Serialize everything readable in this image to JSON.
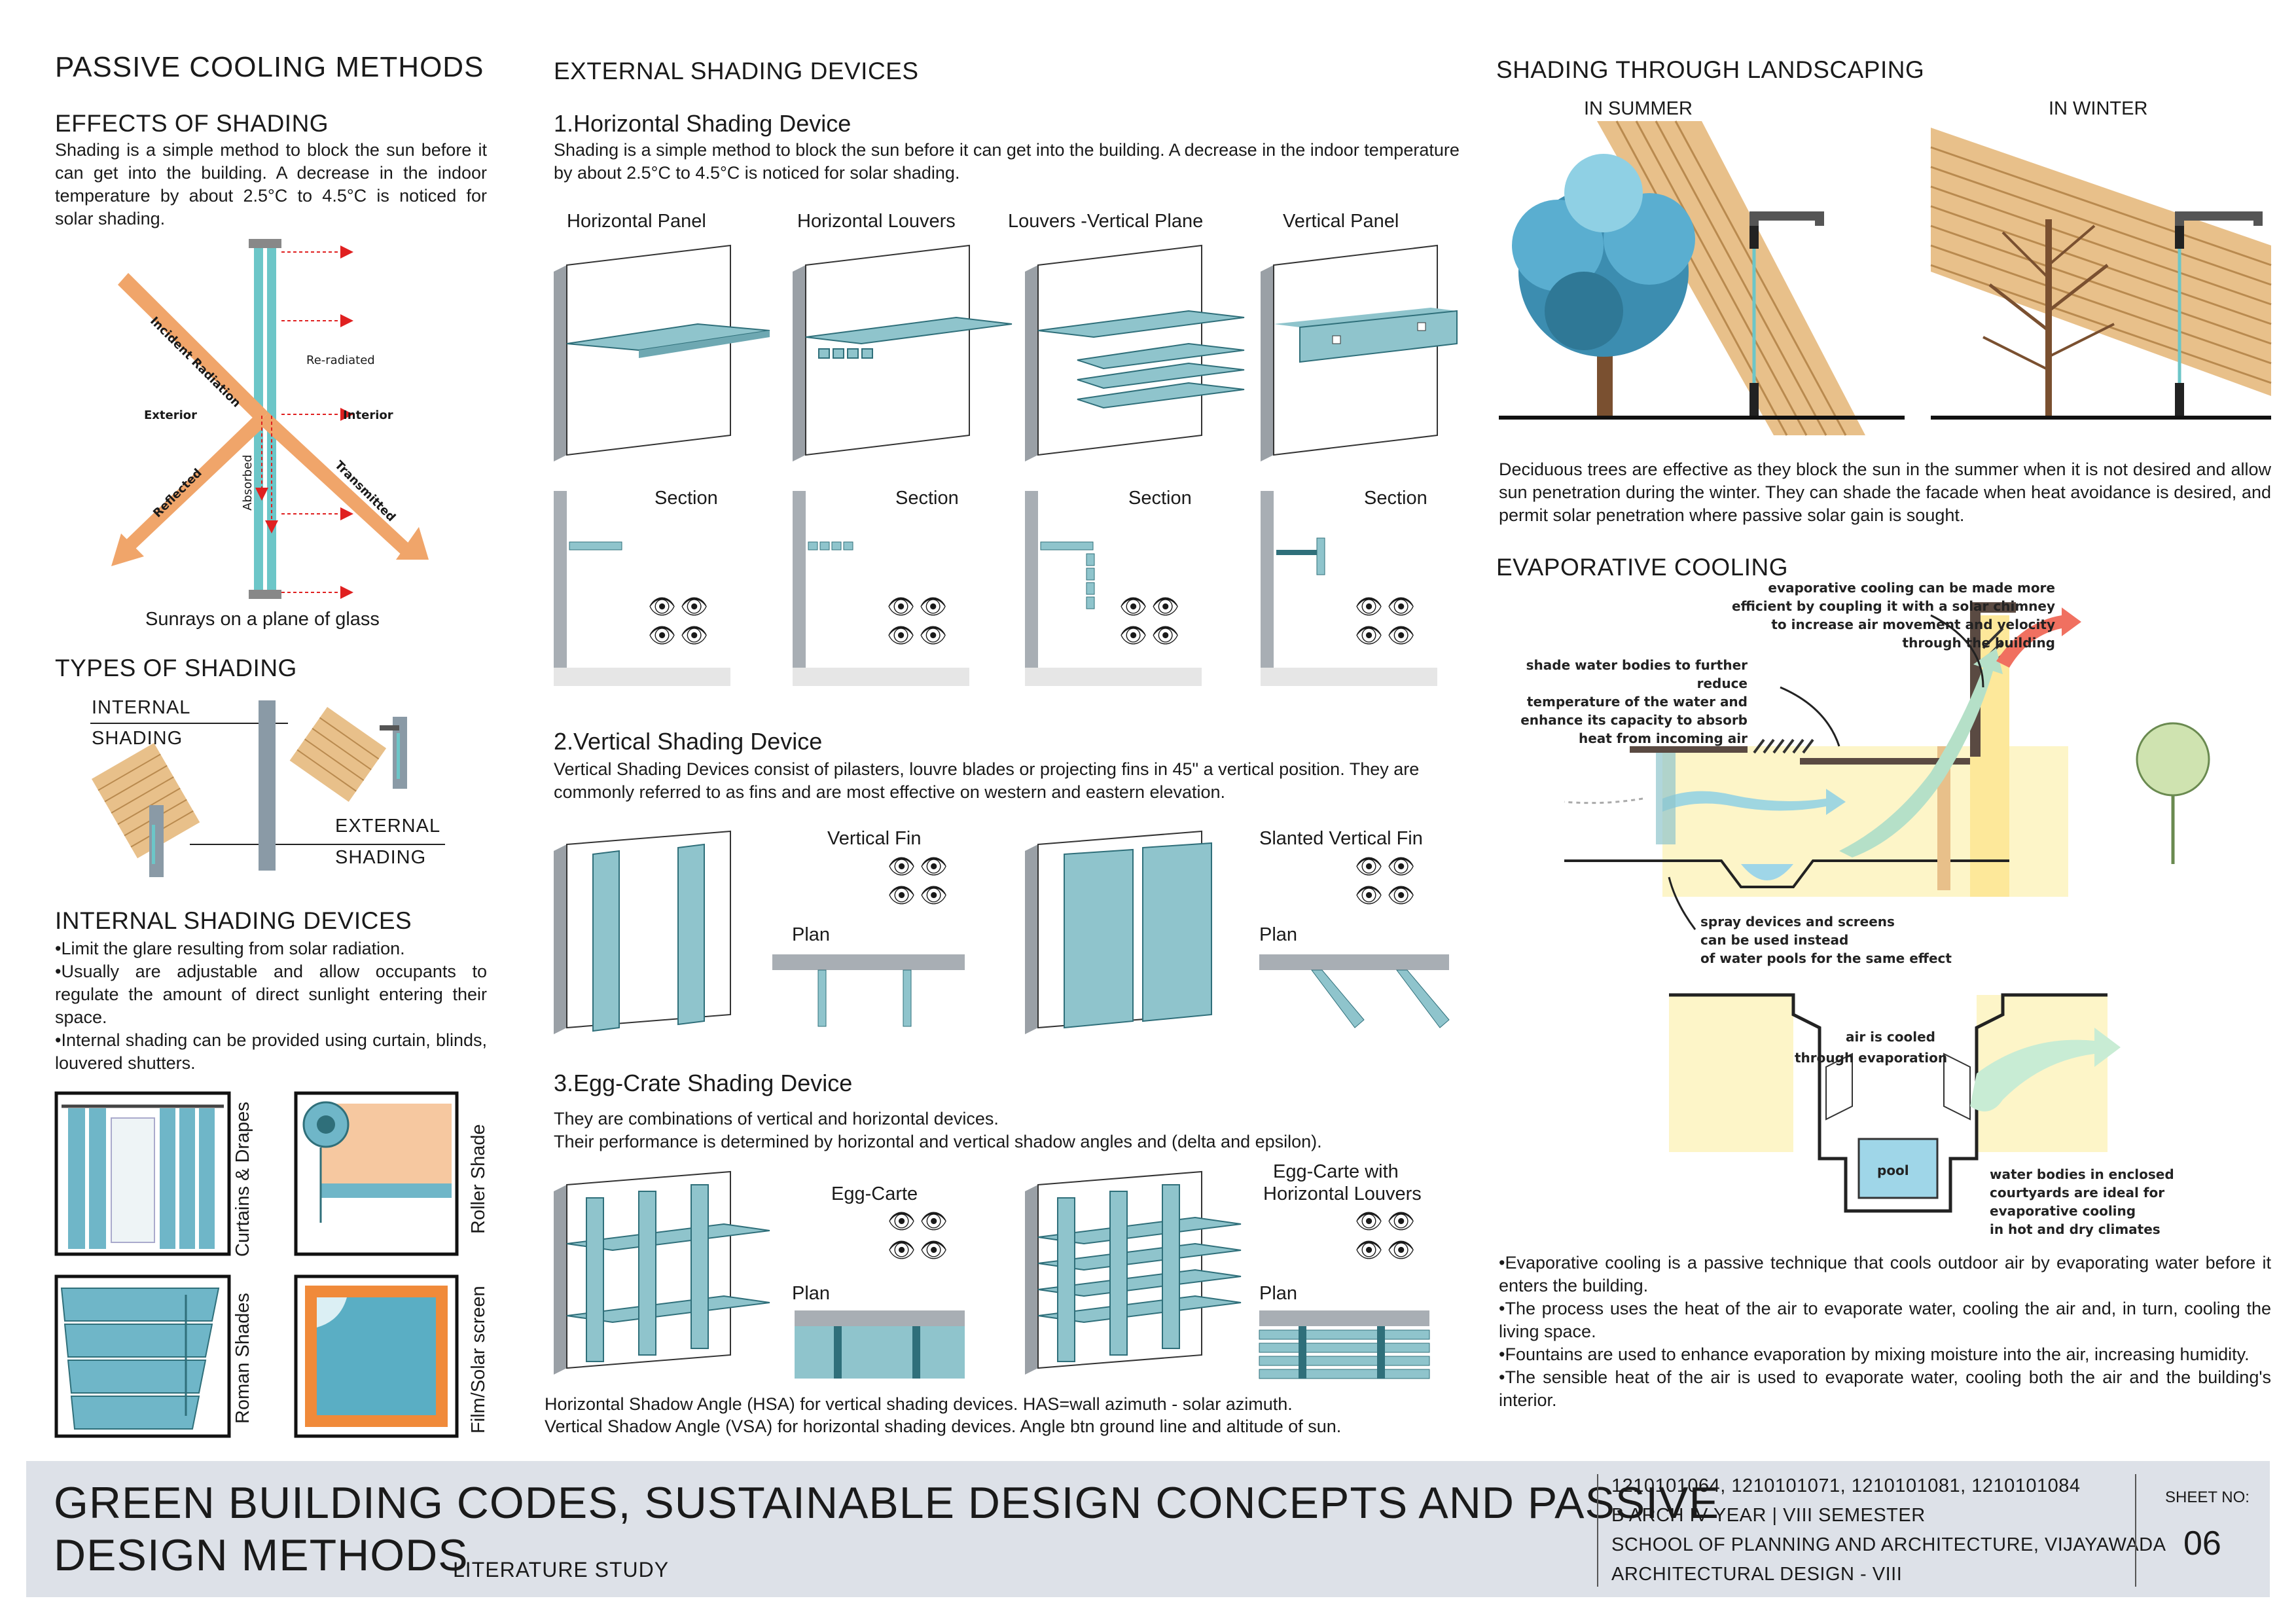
{
  "left": {
    "main_title": "PASSIVE COOLING METHODS",
    "effects_title": "EFFECTS OF SHADING",
    "effects_text": "Shading is a simple method to block the sun before it can get into the building. A decrease in the indoor temperature by about 2.5°C to 4.5°C is noticed for solar shading.",
    "diagram_labels": {
      "incident": "Incident Radiation",
      "reradiated": "Re-radiated",
      "exterior": "Exterior",
      "interior": "Interior",
      "reflected": "Reflected",
      "absorbed": "Absorbed",
      "transmitted": "Transmitted"
    },
    "glass_caption": "Sunrays on a plane of glass",
    "types_title": "TYPES OF SHADING",
    "internal_l1": "INTERNAL",
    "internal_l2": "SHADING",
    "external_l1": "EXTERNAL",
    "external_l2": "SHADING",
    "internal_devices_title": "INTERNAL SHADING DEVICES",
    "internal_bullets": [
      "Limit the glare resulting from solar radiation.",
      "Usually are adjustable and allow occupants to regulate the amount of direct sunlight entering their space.",
      "Internal shading can be provided using curtain, blinds, louvered shutters."
    ],
    "devices": [
      "Curtains & Drapes",
      "Roller Shade",
      "Roman Shades",
      "Film/Solar screen"
    ]
  },
  "middle": {
    "title": "EXTERNAL SHADING DEVICES",
    "horizontal_title": "1.Horizontal Shading Device",
    "horizontal_text": "Shading is a simple method to block the sun before it can get into the building. A decrease in the indoor temperature by about 2.5°C to 4.5°C is noticed for solar shading.",
    "panels": [
      "Horizontal Panel",
      "Horizontal Louvers",
      "Louvers -Vertical Plane",
      "Vertical Panel"
    ],
    "section_label": "Section",
    "vertical_title": "2.Vertical Shading Device",
    "vertical_text": " Vertical Shading Devices consist of pilasters, louvre blades or projecting fins in 45\" a vertical position. They are commonly referred to as fins and are most effective on western and eastern elevation.",
    "vertical_fin": "Vertical Fin",
    "slanted_fin": "Slanted Vertical Fin",
    "plan_label": "Plan",
    "egg_title": "3.Egg-Crate Shading Device",
    "egg_text_1": "They are combinations of vertical and horizontal devices.",
    "egg_text_2": "Their performance is determined by horizontal and vertical shadow angles and (delta and epsilon).",
    "egg_carte": "Egg-Carte",
    "egg_carte_h_1": "Egg-Carte with",
    "egg_carte_h_2": "Horizontal Louvers",
    "hsa_text": "Horizontal Shadow Angle (HSA) for vertical shading devices. HAS=wall azimuth - solar azimuth.",
    "vsa_text": "Vertical Shadow Angle (VSA) for horizontal shading devices. Angle btn ground line and altitude of sun."
  },
  "right": {
    "landscape_title": "SHADING THROUGH LANDSCAPING",
    "summer": "IN SUMMER",
    "winter": "IN WINTER",
    "landscape_text": "Deciduous trees are effective as they block the sun in the summer when it is not desired and allow sun penetration during the winter. They can shade the facade when heat avoidance is desired, and permit solar penetration where passive solar gain is sought.",
    "evap_title": "EVAPORATIVE COOLING",
    "anno_chimney": [
      "evaporative cooling can be made more",
      "efficient by coupling it with a solar chimney",
      "to increase air movement and velocity",
      "through the building"
    ],
    "anno_shade": [
      "shade water bodies to further reduce",
      "temperature of the water and",
      "enhance its capacity to absorb",
      "heat from incoming air"
    ],
    "anno_spray": [
      "spray devices and screens",
      "can be used instead",
      "of water pools for the same effect"
    ],
    "anno_cooled_1": "air is cooled",
    "anno_cooled_2": "through evaporation",
    "pool": "pool",
    "anno_courtyard": [
      "water bodies in enclosed",
      "courtyards are ideal for",
      "evaporative cooling",
      "in hot and dry climates"
    ],
    "evap_bullets": [
      "Evaporative cooling is a passive technique that cools outdoor air by evaporating water before it enters the building.",
      "The process uses the heat of the air to evaporate water, cooling the air and, in turn, cooling the living space.",
      "Fountains are used to enhance evaporation by mixing moisture into the air, increasing humidity.",
      "The sensible heat of the air is used to evaporate water, cooling both the air and the building's interior."
    ]
  },
  "footer": {
    "title_1": "GREEN BUILDING CODES, SUSTAINABLE DESIGN CONCEPTS AND PASSIVE",
    "title_2": "DESIGN METHODS",
    "subtitle": "LITERATURE STUDY",
    "ids": "1210101064, 1210101071, 1210101081, 1210101084",
    "year": "B ARCH IV YEAR | VIII SEMESTER",
    "school": "SCHOOL OF PLANNING AND ARCHITECTURE, VIJAYAWADA",
    "course": "ARCHITECTURAL DESIGN - VIII",
    "sheet_label": "SHEET NO:",
    "sheet_no": "06"
  },
  "colors": {
    "accent_blue": "#8fc4cc",
    "orange_ray": "#f0a56a",
    "red_arrow": "#e02020",
    "wood": "#e8c08a",
    "footer_bg": "#dde1e8"
  }
}
